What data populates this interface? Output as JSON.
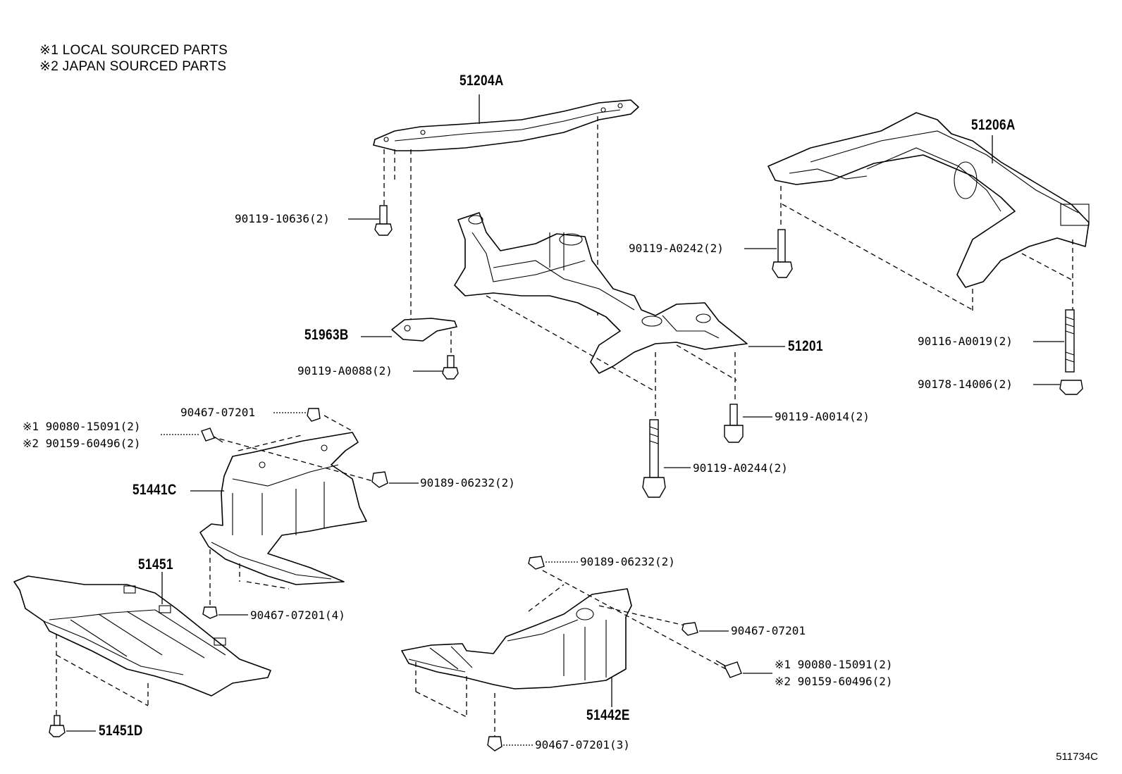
{
  "legend": [
    "※1 LOCAL SOURCED PARTS",
    "※2 JAPAN SOURCED PARTS"
  ],
  "callouts": {
    "p51204A": "51204A",
    "p51206A": "51206A",
    "p51201": "51201",
    "p51963B": "51963B",
    "p51441C": "51441C",
    "p51451": "51451",
    "p51451D": "51451D",
    "p51442E": "51442E",
    "b90119_10636": "90119-10636(2)",
    "b90119_A0242": "90119-A0242(2)",
    "b90119_A0088": "90119-A0088(2)",
    "b90116_A0019": "90116-A0019(2)",
    "b90178_14006": "90178-14006(2)",
    "b90119_A0014": "90119-A0014(2)",
    "b90119_A0244": "90119-A0244(2)",
    "b90467_07201_top": "90467-07201",
    "b90080_15091_left": "※1 90080-15091(2)",
    "b90159_60496_left": "※2 90159-60496(2)",
    "b90189_06232_left": "90189-06232(2)",
    "b90467_07201_4": "90467-07201(4)",
    "b90189_06232_right": "90189-06232(2)",
    "b90467_07201_right": "90467-07201",
    "b90080_15091_right": "※1 90080-15091(2)",
    "b90159_60496_right": "※2 90159-60496(2)",
    "b90467_07201_3": "90467-07201(3)"
  },
  "diagram_code": "511734C"
}
